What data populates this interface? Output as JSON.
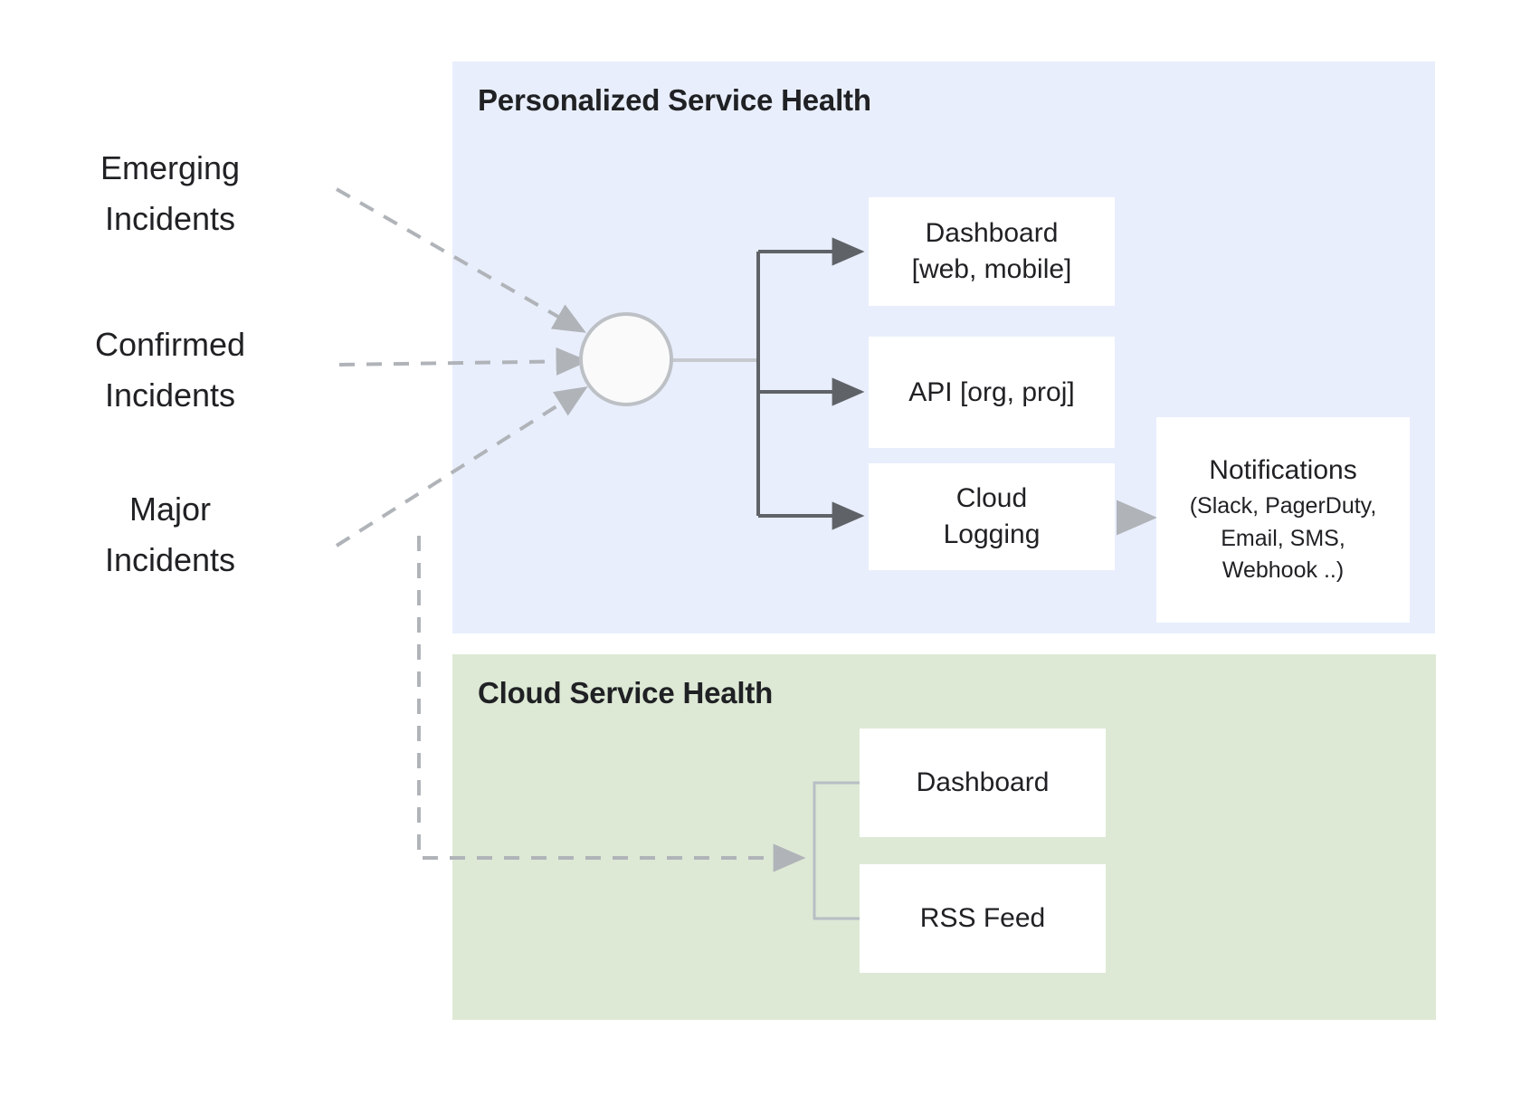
{
  "diagram": {
    "title_personalized": "Personalized Service Health",
    "title_cloud": "Cloud Service Health",
    "sources": [
      {
        "id": "emerging",
        "label": "Emerging\nIncidents"
      },
      {
        "id": "confirmed",
        "label": "Confirmed\nIncidents"
      },
      {
        "id": "major",
        "label": "Major\nIncidents"
      }
    ],
    "personalized_nodes": [
      {
        "id": "dashboard-web",
        "line1": "Dashboard",
        "line2": "[web, mobile]"
      },
      {
        "id": "api",
        "line1": "API [org, proj]",
        "line2": ""
      },
      {
        "id": "cloud-logging",
        "line1": "Cloud",
        "line2": "Logging"
      }
    ],
    "notifications": {
      "title": "Notifications",
      "detail_line1": "(Slack, PagerDuty,",
      "detail_line2": "Email, SMS,",
      "detail_line3": "Webhook ..)"
    },
    "cloud_nodes": [
      {
        "id": "dashboard",
        "label": "Dashboard"
      },
      {
        "id": "rss-feed",
        "label": "RSS Feed"
      }
    ],
    "colors": {
      "panel_personalized_bg": "#e8eefc",
      "panel_cloud_bg": "#dde9d5",
      "node_bg": "#ffffff",
      "text": "#202124",
      "solid_arrow": "#5f6368",
      "dashed_arrow": "#b0b4b9",
      "hub_stroke": "#bdc1c6",
      "hub_fill": "#fafafa",
      "bracket_cloud": "#b8bec4"
    }
  }
}
